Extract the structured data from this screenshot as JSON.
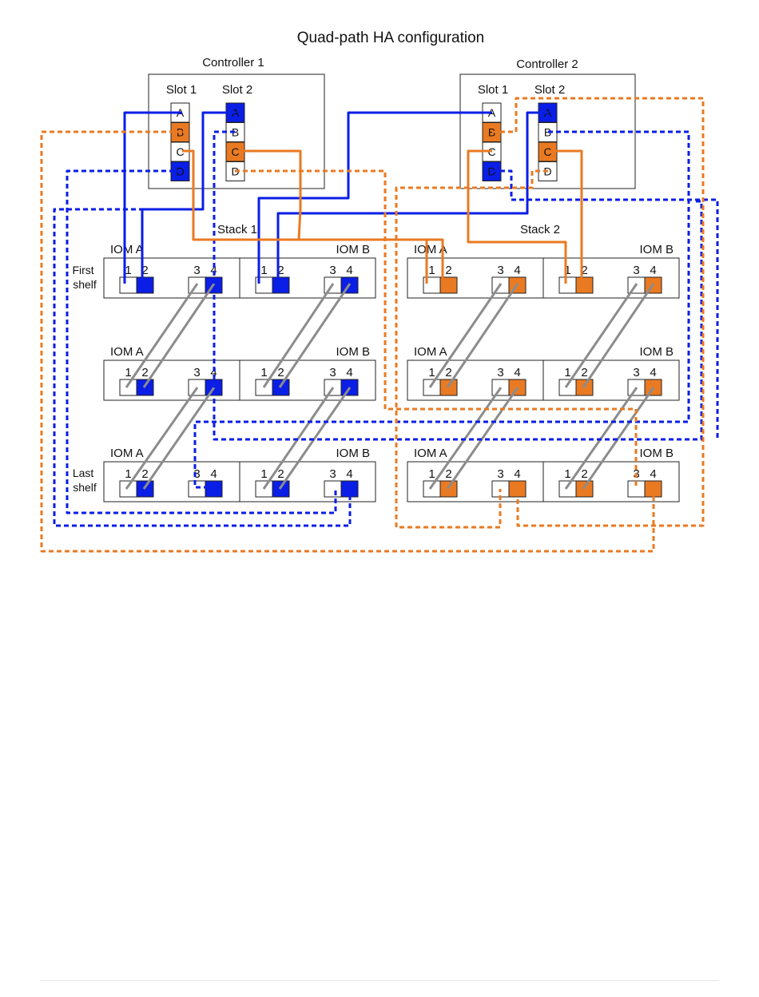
{
  "title": "Quad-path HA configuration",
  "colors": {
    "blue": "#0a1ee6",
    "orange": "#ea7a22",
    "gray": "#8c8c8c",
    "box_stroke": "#222222",
    "port_fill_white": "#ffffff"
  },
  "controllers": [
    {
      "name": "Controller 1",
      "slot1_label": "Slot 1",
      "slot2_label": "Slot 2",
      "slot1_ports": [
        {
          "label": "A",
          "color": "#ffffff"
        },
        {
          "label": "B",
          "color": "#ea7a22"
        },
        {
          "label": "C",
          "color": "#ffffff"
        },
        {
          "label": "D",
          "color": "#0a1ee6"
        }
      ],
      "slot2_ports": [
        {
          "label": "A",
          "color": "#0a1ee6"
        },
        {
          "label": "B",
          "color": "#ffffff"
        },
        {
          "label": "C",
          "color": "#ea7a22"
        },
        {
          "label": "D",
          "color": "#ffffff"
        }
      ]
    },
    {
      "name": "Controller 2",
      "slot1_label": "Slot 1",
      "slot2_label": "Slot 2",
      "slot1_ports": [
        {
          "label": "A",
          "color": "#ffffff"
        },
        {
          "label": "B",
          "color": "#ea7a22"
        },
        {
          "label": "C",
          "color": "#ffffff"
        },
        {
          "label": "D",
          "color": "#0a1ee6"
        }
      ],
      "slot2_ports": [
        {
          "label": "A",
          "color": "#0a1ee6"
        },
        {
          "label": "B",
          "color": "#ffffff"
        },
        {
          "label": "C",
          "color": "#ea7a22"
        },
        {
          "label": "D",
          "color": "#ffffff"
        }
      ]
    }
  ],
  "stacks": [
    {
      "name": "Stack 1",
      "port_color": "#0a1ee6",
      "iom_a_label": "IOM A",
      "iom_b_label": "IOM B",
      "port_labels": [
        "1",
        "2",
        "3",
        "4"
      ],
      "shelf_labels": [
        "First shelf",
        "",
        "Last shelf"
      ]
    },
    {
      "name": "Stack 2",
      "port_color": "#ea7a22",
      "iom_a_label": "IOM A",
      "iom_b_label": "IOM B",
      "port_labels": [
        "1",
        "2",
        "3",
        "4"
      ],
      "shelf_labels": [
        "",
        "",
        ""
      ]
    }
  ]
}
